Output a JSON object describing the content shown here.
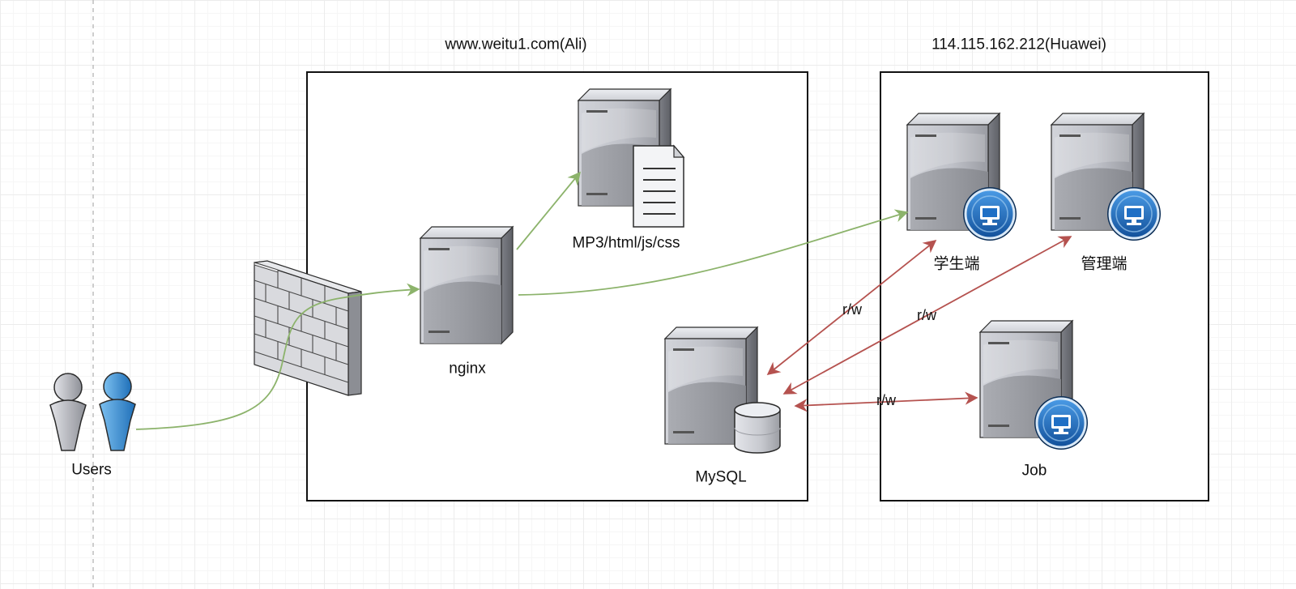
{
  "regions": {
    "ali": {
      "title": "www.weitu1.com(Ali)"
    },
    "huawei": {
      "title": "114.115.162.212(Huawei)"
    }
  },
  "nodes": {
    "users": {
      "label": "Users",
      "icon": "users-icon"
    },
    "firewall": {
      "icon": "firewall-icon"
    },
    "nginx": {
      "label": "nginx",
      "icon": "server-icon"
    },
    "static": {
      "label": "MP3/html/js/css",
      "icon": "file-server-icon"
    },
    "mysql": {
      "label": "MySQL",
      "icon": "database-server-icon"
    },
    "student": {
      "label": "学生端",
      "icon": "app-server-icon"
    },
    "admin": {
      "label": "管理端",
      "icon": "app-server-icon"
    },
    "job": {
      "label": "Job",
      "icon": "app-server-icon"
    }
  },
  "edges": {
    "student_mysql": {
      "label": "r/w"
    },
    "admin_mysql": {
      "label": "r/w"
    },
    "job_mysql": {
      "label": "r/w"
    }
  },
  "colors": {
    "green_flow": "#8cb36b",
    "rw_flow": "#b5524f",
    "box_border": "#111111",
    "server_body": "#c4c6cc",
    "monitor_badge": "#1f6fc5"
  }
}
